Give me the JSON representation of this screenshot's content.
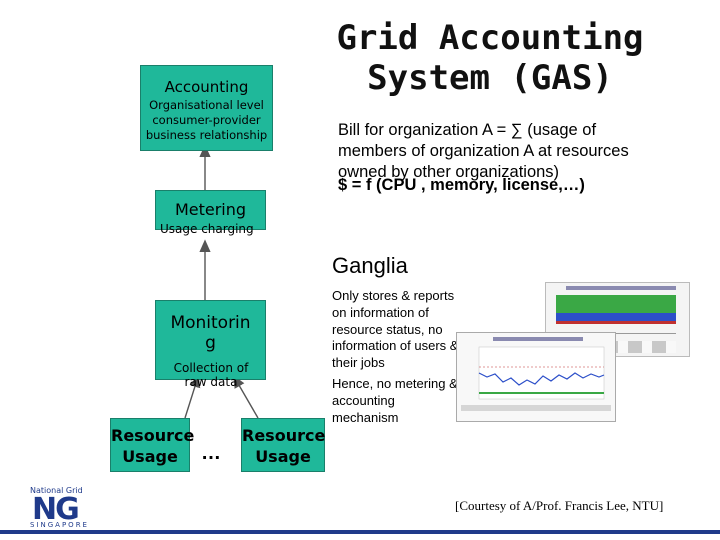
{
  "slide": {
    "title_line1": "Grid Accounting",
    "title_line2": "System (GAS)",
    "diagram": {
      "accounting": "Accounting",
      "accounting_desc": "Organisational level consumer-provider business relationship",
      "metering": "Metering",
      "metering_desc": "Usage charging",
      "monitoring_line1": "Monitorin",
      "monitoring_line2": "g",
      "monitoring_desc": "Collection of raw data",
      "resource_left": "Resource Usage",
      "ellipsis": "…",
      "resource_right": "Resource Usage"
    },
    "bill_text": "Bill for organization A = ∑ (usage of members of  organization A at resources owned by other organizations)",
    "formula": "$ = f (CPU , memory, license,…)",
    "ganglia": {
      "title": "Ganglia",
      "description_1": "Only stores & reports on information of resource status, no information of users & their jobs",
      "description_2": "Hence, no metering & accounting mechanism"
    },
    "courtesy": "[Courtesy of A/Prof. Francis Lee, NTU]",
    "logo": {
      "top_text": "National Grid",
      "letters": "NG",
      "bottom_text": "SINGAPORE"
    }
  },
  "colors": {
    "box_fill": "#1fb89a",
    "box_border": "#1a7f6a",
    "logo_blue": "#1f3a8a",
    "chart_green": "#3aa845",
    "chart_blue": "#2c4fc9"
  }
}
